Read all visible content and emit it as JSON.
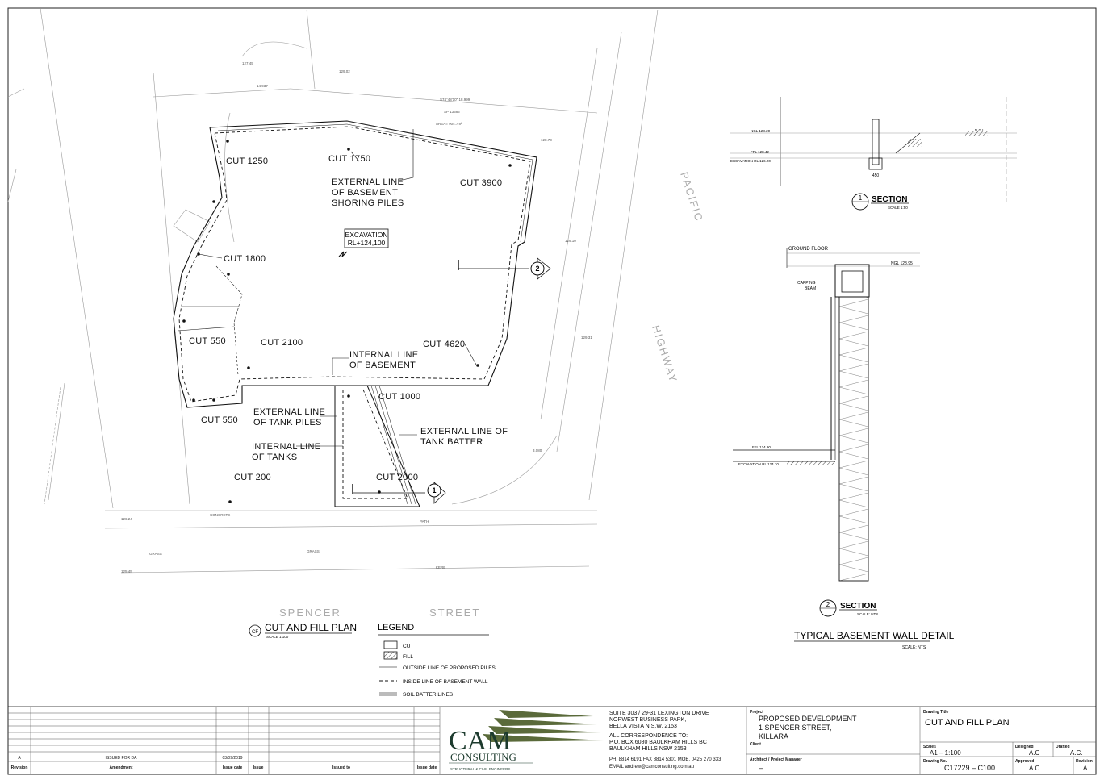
{
  "plan": {
    "cut_labels": [
      "CUT 1250",
      "CUT 1750",
      "CUT 3900",
      "CUT 1800",
      "CUT 550",
      "CUT 2100",
      "CUT 4620",
      "CUT 550",
      "CUT 1000",
      "CUT 200",
      "CUT 2000"
    ],
    "excavation": {
      "line1": "EXCAVATION",
      "line2": "RL+124,100"
    },
    "ext_shoring": {
      "l1": "EXTERNAL LINE",
      "l2": "OF BASEMENT",
      "l3": "SHORING PILES"
    },
    "int_basement": {
      "l1": "INTERNAL LINE",
      "l2": "OF BASEMENT"
    },
    "ext_tank_piles": {
      "l1": "EXTERNAL LINE",
      "l2": "OF TANK PILES"
    },
    "int_tanks": {
      "l1": "INTERNAL LINE",
      "l2": "OF TANKS"
    },
    "ext_tank_batter": {
      "l1": "EXTERNAL LINE OF",
      "l2": "TANK BATTER"
    },
    "streets": {
      "spencer": "SPENCER",
      "street": "STREET",
      "pacific": "PACIFIC",
      "highway": "HIGHWAY"
    },
    "markers": {
      "plan_id": "CF",
      "sec1": "1",
      "sec2": "2"
    },
    "title": "CUT AND FILL PLAN",
    "scale": "SCALE 1:100"
  },
  "legend": {
    "title": "LEGEND",
    "items": [
      "CUT",
      "FILL",
      "OUTSIDE LINE OF PROPOSED PILES",
      "INSIDE LINE OF BASEMENT WALL",
      "SOIL BATTER LINES"
    ]
  },
  "section1": {
    "num": "1",
    "title": "SECTION",
    "scale": "SCALE 1:50",
    "ngl": "NGL 128.20",
    "ffl": "FFL 128.42",
    "exc": "EXCAVATION RL 126.20",
    "ngl_r": "N.G.L.",
    "dim": "450"
  },
  "section2": {
    "num": "2",
    "title": "SECTION",
    "scale": "SCALE: NTS",
    "ground_floor": "GROUND FLOOR",
    "ngl": "NGL 128.95",
    "capping": "CAPPING",
    "beam": "BEAM",
    "ffl": "FFL 124.90",
    "exc": "EXCAVATION RL 124.10"
  },
  "detail": {
    "title": "TYPICAL BASEMENT WALL DETAIL",
    "scale": "SCALE: NTS"
  },
  "title_block": {
    "rev_row": {
      "rev": "A",
      "amendment": "ISSUED FOR DA",
      "date": "03/09/2019"
    },
    "headers": {
      "revision": "Revision",
      "amendment": "Amendment",
      "issue_date": "Issue date",
      "issue": "Issue",
      "issued_to": "Issued to",
      "issue_date2": "Issue date"
    },
    "company": {
      "name": "CAM",
      "sub": "CONSULTING",
      "tagline": "STRUCTURAL & CIVIL ENGINEERS"
    },
    "address": [
      "SUITE 303 / 29-31 LEXINGTON DRIVE",
      "NORWEST BUSINESS PARK,",
      "BELLA VISTA N.S.W. 2153"
    ],
    "correspondence": [
      "ALL CORRESPONDENCE TO:",
      "P.O. BOX 6080 BAULKHAM HILLS BC",
      "BAULKHAM HILLS NSW 2153"
    ],
    "phone": "PH. 8814 6191  FAX 8814 5301  MOB. 0425 270 333",
    "email": "EMAIL andrew@camconsulting.com.au",
    "project_label": "Project",
    "project": [
      "PROPOSED DEVELOPMENT",
      "1 SPENCER STREET,",
      "KILLARA"
    ],
    "client_label": "Client",
    "architect_label": "Architect / Project Manager",
    "architect": "–",
    "drawing_title_label": "Drawing Title",
    "drawing_title": "CUT AND FILL PLAN",
    "scales_label": "Scales",
    "scales": "A1 – 1:100",
    "designed_label": "Designed",
    "designed": "A.C",
    "drafted_label": "Drafted",
    "drafted": "A.C.",
    "drawing_no_label": "Drawing No.",
    "drawing_no": "C17229 – C100",
    "approved_label": "Approved",
    "approved": "A.C.",
    "revision_label": "Revision",
    "revision": "A"
  }
}
